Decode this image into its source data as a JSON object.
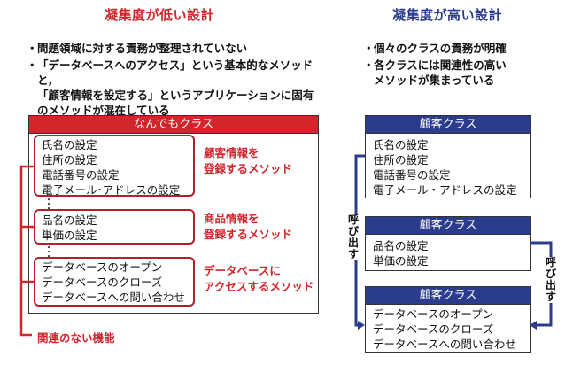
{
  "left": {
    "heading": "凝集度が低い設計",
    "bullets": [
      "問題領域に対する責務が整理されていない",
      "「データベースへのアクセス」という基本的なメソッドと,",
      "「顧客情報を設定する」というアプリケーションに固有",
      "のメソッドが混在している"
    ],
    "class_title": "なんでもクラス",
    "groups": [
      {
        "methods": [
          "氏名の設定",
          "住所の設定",
          "電話番号の設定",
          "電子メール･アドレスの設定"
        ],
        "annotation": [
          "顧客情報を",
          "登録するメソッド"
        ]
      },
      {
        "methods": [
          "品名の設定",
          "単価の設定"
        ],
        "annotation": [
          "商品情報を",
          "登録するメソッド"
        ]
      },
      {
        "methods": [
          "データベースのオープン",
          "データベースのクローズ",
          "データベースへの問い合わせ"
        ],
        "annotation": [
          "データベースに",
          "アクセスするメソッド"
        ]
      }
    ],
    "footer_label": "関連のない機能"
  },
  "right": {
    "heading": "凝集度が高い設計",
    "bullets": [
      "個々のクラスの責務が明確",
      "各クラスには関連性の高い",
      "メソッドが集まっている"
    ],
    "classes": [
      {
        "title": "顧客クラス",
        "methods": [
          "氏名の設定",
          "住所の設定",
          "電話番号の設定",
          "電子メール・アドレスの設定"
        ]
      },
      {
        "title": "顧客クラス",
        "methods": [
          "品名の設定",
          "単価の設定"
        ]
      },
      {
        "title": "顧客クラス",
        "methods": [
          "データベースのオープン",
          "データベースのクローズ",
          "データベースへの問い合わせ"
        ]
      }
    ],
    "call_label_left": "呼び出す",
    "call_label_right": "呼び出す"
  },
  "colors": {
    "red": "#d1262c",
    "blue": "#2b3c8c"
  }
}
